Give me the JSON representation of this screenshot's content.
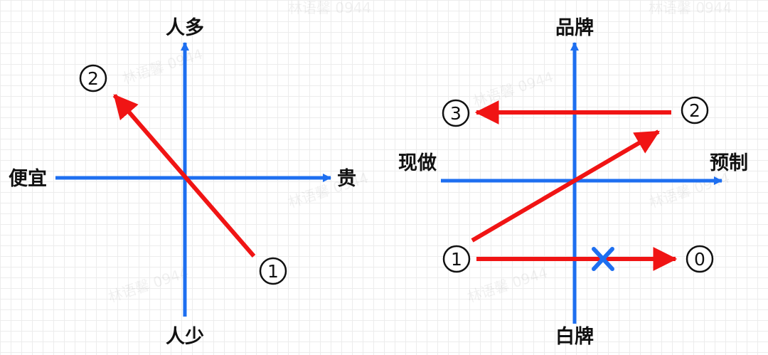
{
  "colors": {
    "axis": "#1e6ff0",
    "arrow": "#f01414",
    "cross": "#1e6ff0",
    "text": "#111111"
  },
  "left_diagram": {
    "axis_top": "人多",
    "axis_bottom": "人少",
    "axis_left": "便宜",
    "axis_right": "贵",
    "point_start": "1",
    "point_end": "2"
  },
  "right_diagram": {
    "axis_top": "品牌",
    "axis_bottom": "白牌",
    "axis_left": "现做",
    "axis_right": "预制",
    "point_bottom_left": "1",
    "point_top_right": "2",
    "point_top_left": "3",
    "point_right": "0"
  },
  "watermark": "林语馨 0944"
}
